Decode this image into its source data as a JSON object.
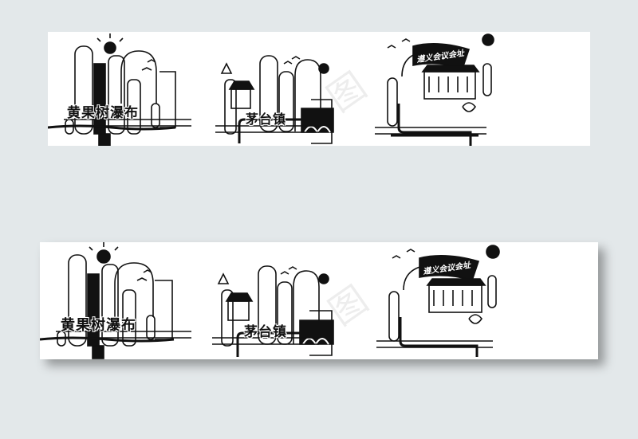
{
  "colors": {
    "background": "#e3e8ea",
    "panel": "#ffffff",
    "ink": "#111111"
  },
  "scenes": [
    {
      "title": "黄果树瀑布"
    },
    {
      "title": "茅台镇"
    },
    {
      "title": "遵义会议会址",
      "flag_text": "遵义会议会址"
    }
  ],
  "watermark": "图",
  "icons": [
    "sun-icon",
    "bird-icon",
    "tree-icon",
    "flag-icon"
  ]
}
